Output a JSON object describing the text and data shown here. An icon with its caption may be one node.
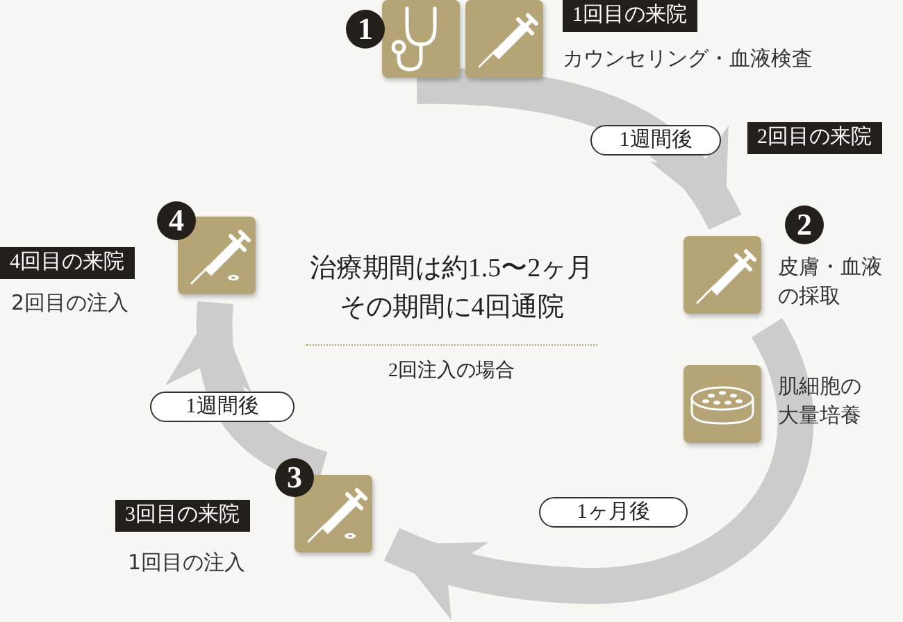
{
  "diagram": {
    "nodes": [
      {
        "text": [
          "1",
          "1回目の来院",
          "カウンセリング・血液検査"
        ]
      },
      {
        "text": [
          "2回目の来院",
          "2",
          "皮膚・血液の採取"
        ]
      },
      {
        "text": [
          "肌細胞の大量培養"
        ]
      },
      {
        "text": [
          "3",
          "3回目の来院",
          "1回目の注入"
        ]
      },
      {
        "text": [
          "4",
          "4回目の来院",
          "2回目の注入"
        ]
      },
      {
        "text": [
          "治療期間は約1.5〜2ヶ月その期間に4回通院",
          "2回注入の場合"
        ]
      }
    ],
    "edges": [
      {
        "from": 0,
        "to": 1,
        "arrow": "to",
        "label": "1週間後"
      },
      {
        "from": 1,
        "to": 3,
        "arrow": "to",
        "label": "1ヶ月後"
      },
      {
        "from": 3,
        "to": 4,
        "arrow": "to",
        "label": "1週間後"
      }
    ]
  }
}
